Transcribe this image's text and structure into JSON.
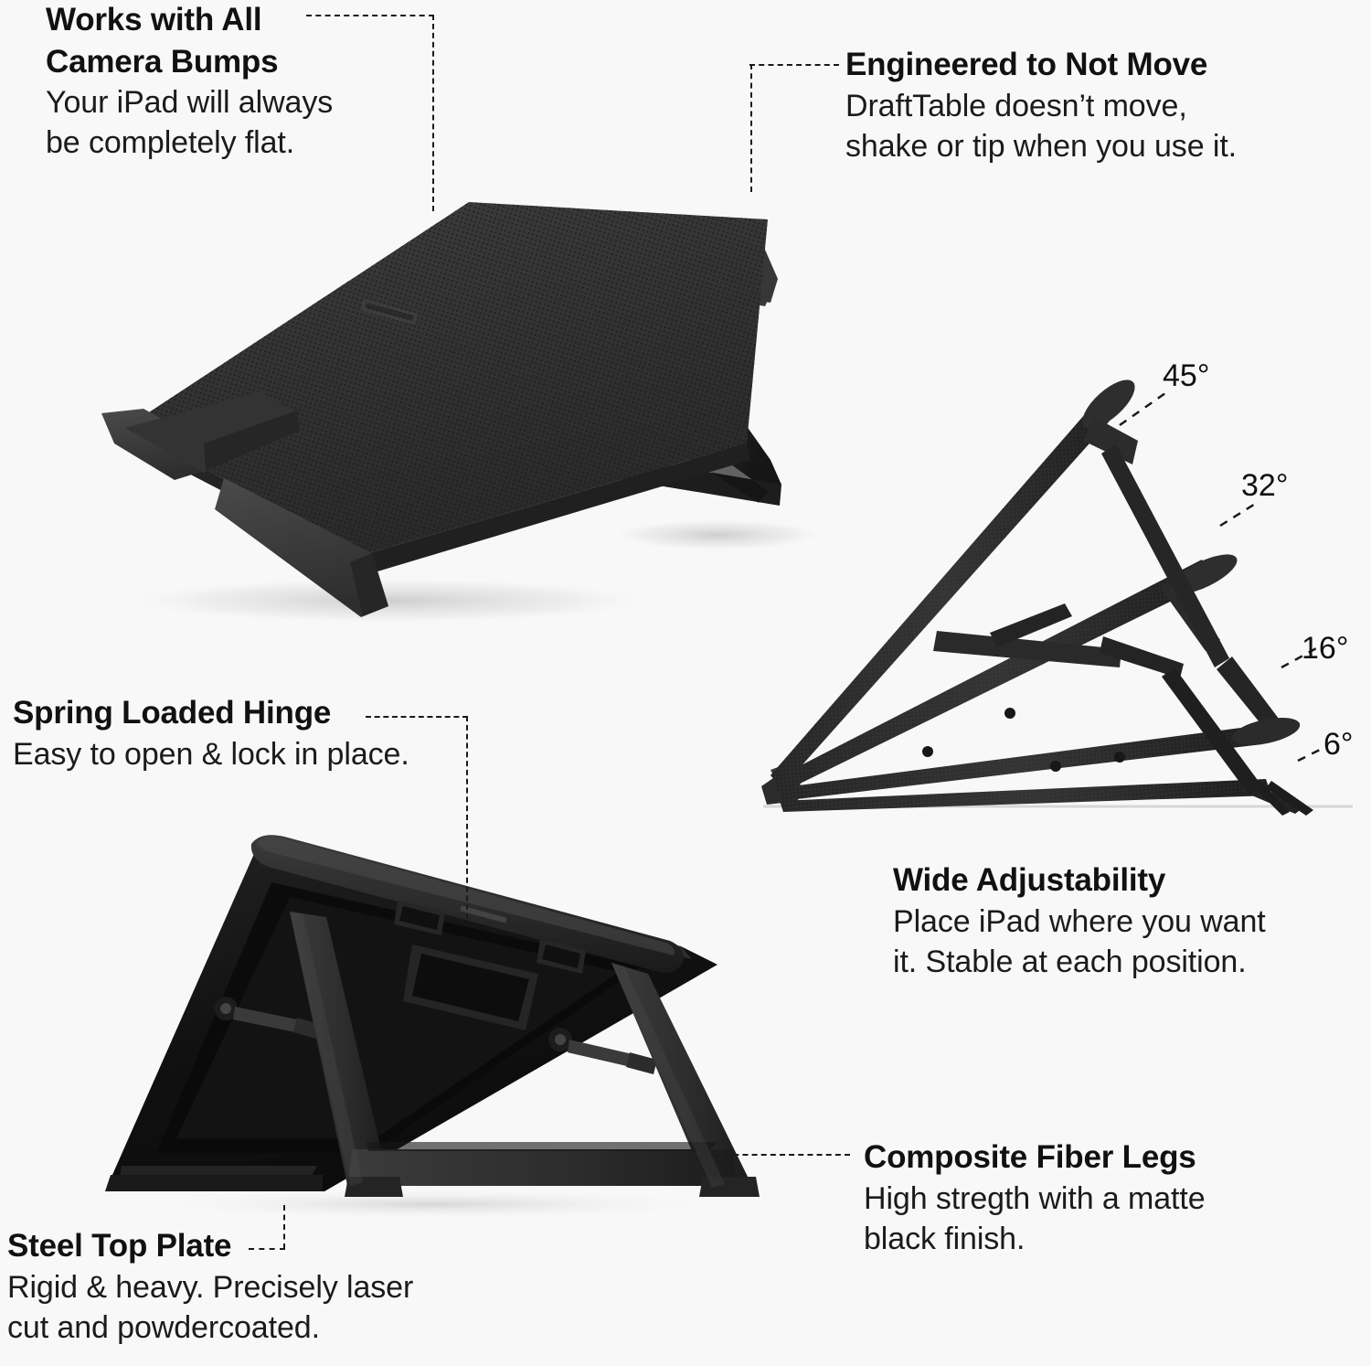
{
  "page": {
    "background_color": "#f8f8f8",
    "text_color": "#111111",
    "product_color": "#2b2b2b",
    "leader_color": "#1a1a1a"
  },
  "callouts": {
    "camera_bumps": {
      "title": "Works with All\nCamera Bumps",
      "body": "Your iPad will always\nbe completely flat."
    },
    "not_move": {
      "title": "Engineered to Not Move",
      "body": "DraftTable doesn’t move,\nshake or tip when you use it."
    },
    "hinge": {
      "title": "Spring Loaded Hinge",
      "body": "Easy to open & lock in place."
    },
    "adjustability": {
      "title": "Wide Adjustability",
      "body": "Place iPad where you want\nit. Stable at each position."
    },
    "fiber_legs": {
      "title": "Composite Fiber Legs",
      "body": "High stregth with a matte\nblack finish."
    },
    "top_plate": {
      "title": "Steel Top Plate",
      "body": "Rigid & heavy. Precisely laser\ncut and powdercoated."
    }
  },
  "angles": {
    "a45": "45°",
    "a32": "32°",
    "a16": "16°",
    "a6": "6°"
  },
  "images": {
    "main_stand": "ipad-stand-angled-perspective-view",
    "angle_diagram": "ipad-stand-four-angle-positions-side-view",
    "rear_stand": "ipad-stand-rear-view-with-hinge-and-legs"
  }
}
